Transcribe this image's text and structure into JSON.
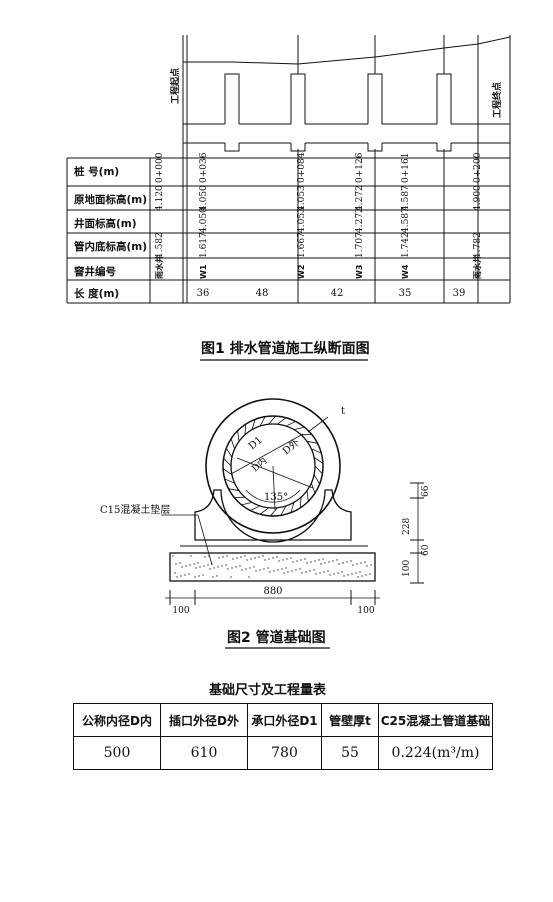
{
  "fig1": {
    "start_label": "工程起点",
    "end_label": "工程终点",
    "row_labels": [
      "桩    号(m)",
      "原地面标高(m)",
      "井面标高(m)",
      "管内底标高(m)",
      "窨井编号",
      "长    度(m)"
    ],
    "stations": [
      "0+000",
      "0+036",
      "0+084",
      "0+126",
      "0+161",
      "0+200"
    ],
    "ground_elev": [
      "4.120",
      "4.050",
      "4.053",
      "4.272",
      "4.587",
      "4.900"
    ],
    "well_elev": [
      "4.050",
      "4.053",
      "4.272",
      "4.587"
    ],
    "invert_elev": [
      "1.582",
      "1.617",
      "1.667",
      "1.707",
      "1.742",
      "1.782"
    ],
    "well_ids": [
      "雨水井",
      "W1",
      "W2",
      "W3",
      "W4",
      "雨水井"
    ],
    "lengths": [
      "36",
      "48",
      "42",
      "35",
      "39"
    ],
    "caption": "图1  排水管道施工纵断面图"
  },
  "fig2": {
    "labels": {
      "t": "t",
      "d1": "D1",
      "dout": "D外",
      "dinner": "D内",
      "angle": "135°",
      "cushion": "C15混凝土垫层",
      "dim66": "66",
      "dim228": "228",
      "dim60": "60",
      "dim100v": "100",
      "dim880": "880",
      "dim100l": "100",
      "dim100r": "100"
    },
    "caption": "图2  管道基础图"
  },
  "table": {
    "title": "基础尺寸及工程量表",
    "headers": [
      "公称内径D内",
      "插口外径D外",
      "承口外径D1",
      "管壁厚t",
      "C25混凝土管道基础"
    ],
    "values": [
      "500",
      "610",
      "780",
      "55",
      "0.224(m³/m)"
    ]
  }
}
